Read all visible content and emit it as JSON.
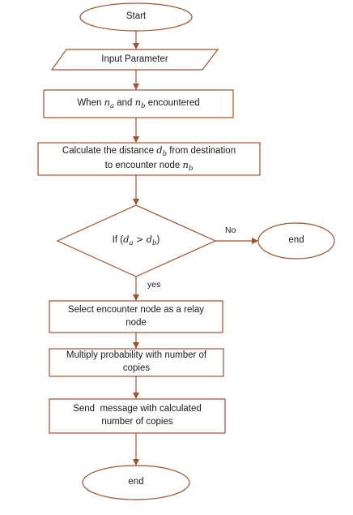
{
  "nodes": {
    "start": {
      "label": "Start"
    },
    "input": {
      "label": "Input Parameter"
    },
    "when": {
      "pre": "When",
      "var_a": "n",
      "sub_a": "a",
      "mid": "and",
      "var_b": "n",
      "sub_b": "b",
      "post": "encountered"
    },
    "calc": {
      "line1_pre": "Calculate the distance",
      "var_d": "d",
      "sub_d": "b",
      "line1_post": "from destination",
      "line2_pre": "to encounter node",
      "var_n": "n",
      "sub_n": "b"
    },
    "decision": {
      "pre": "If (",
      "var_1": "d",
      "sub_1": "a",
      "op": ">",
      "var_2": "d",
      "sub_2": "b",
      "post": ")"
    },
    "end_right": {
      "label": "end"
    },
    "select": {
      "line1": "Select encounter node as a relay",
      "line2": "node"
    },
    "multiply": {
      "line1": "Multiply probability with number of",
      "line2": "copies"
    },
    "send": {
      "line1": "Send  message with calculated",
      "line2": "number of copies"
    },
    "end_bottom": {
      "label": "end"
    }
  },
  "edges": {
    "no_label": "No",
    "yes_label": "yes"
  },
  "colors": {
    "stroke": "#a0522d",
    "text": "#1a1a1a",
    "background": "#ffffff"
  }
}
